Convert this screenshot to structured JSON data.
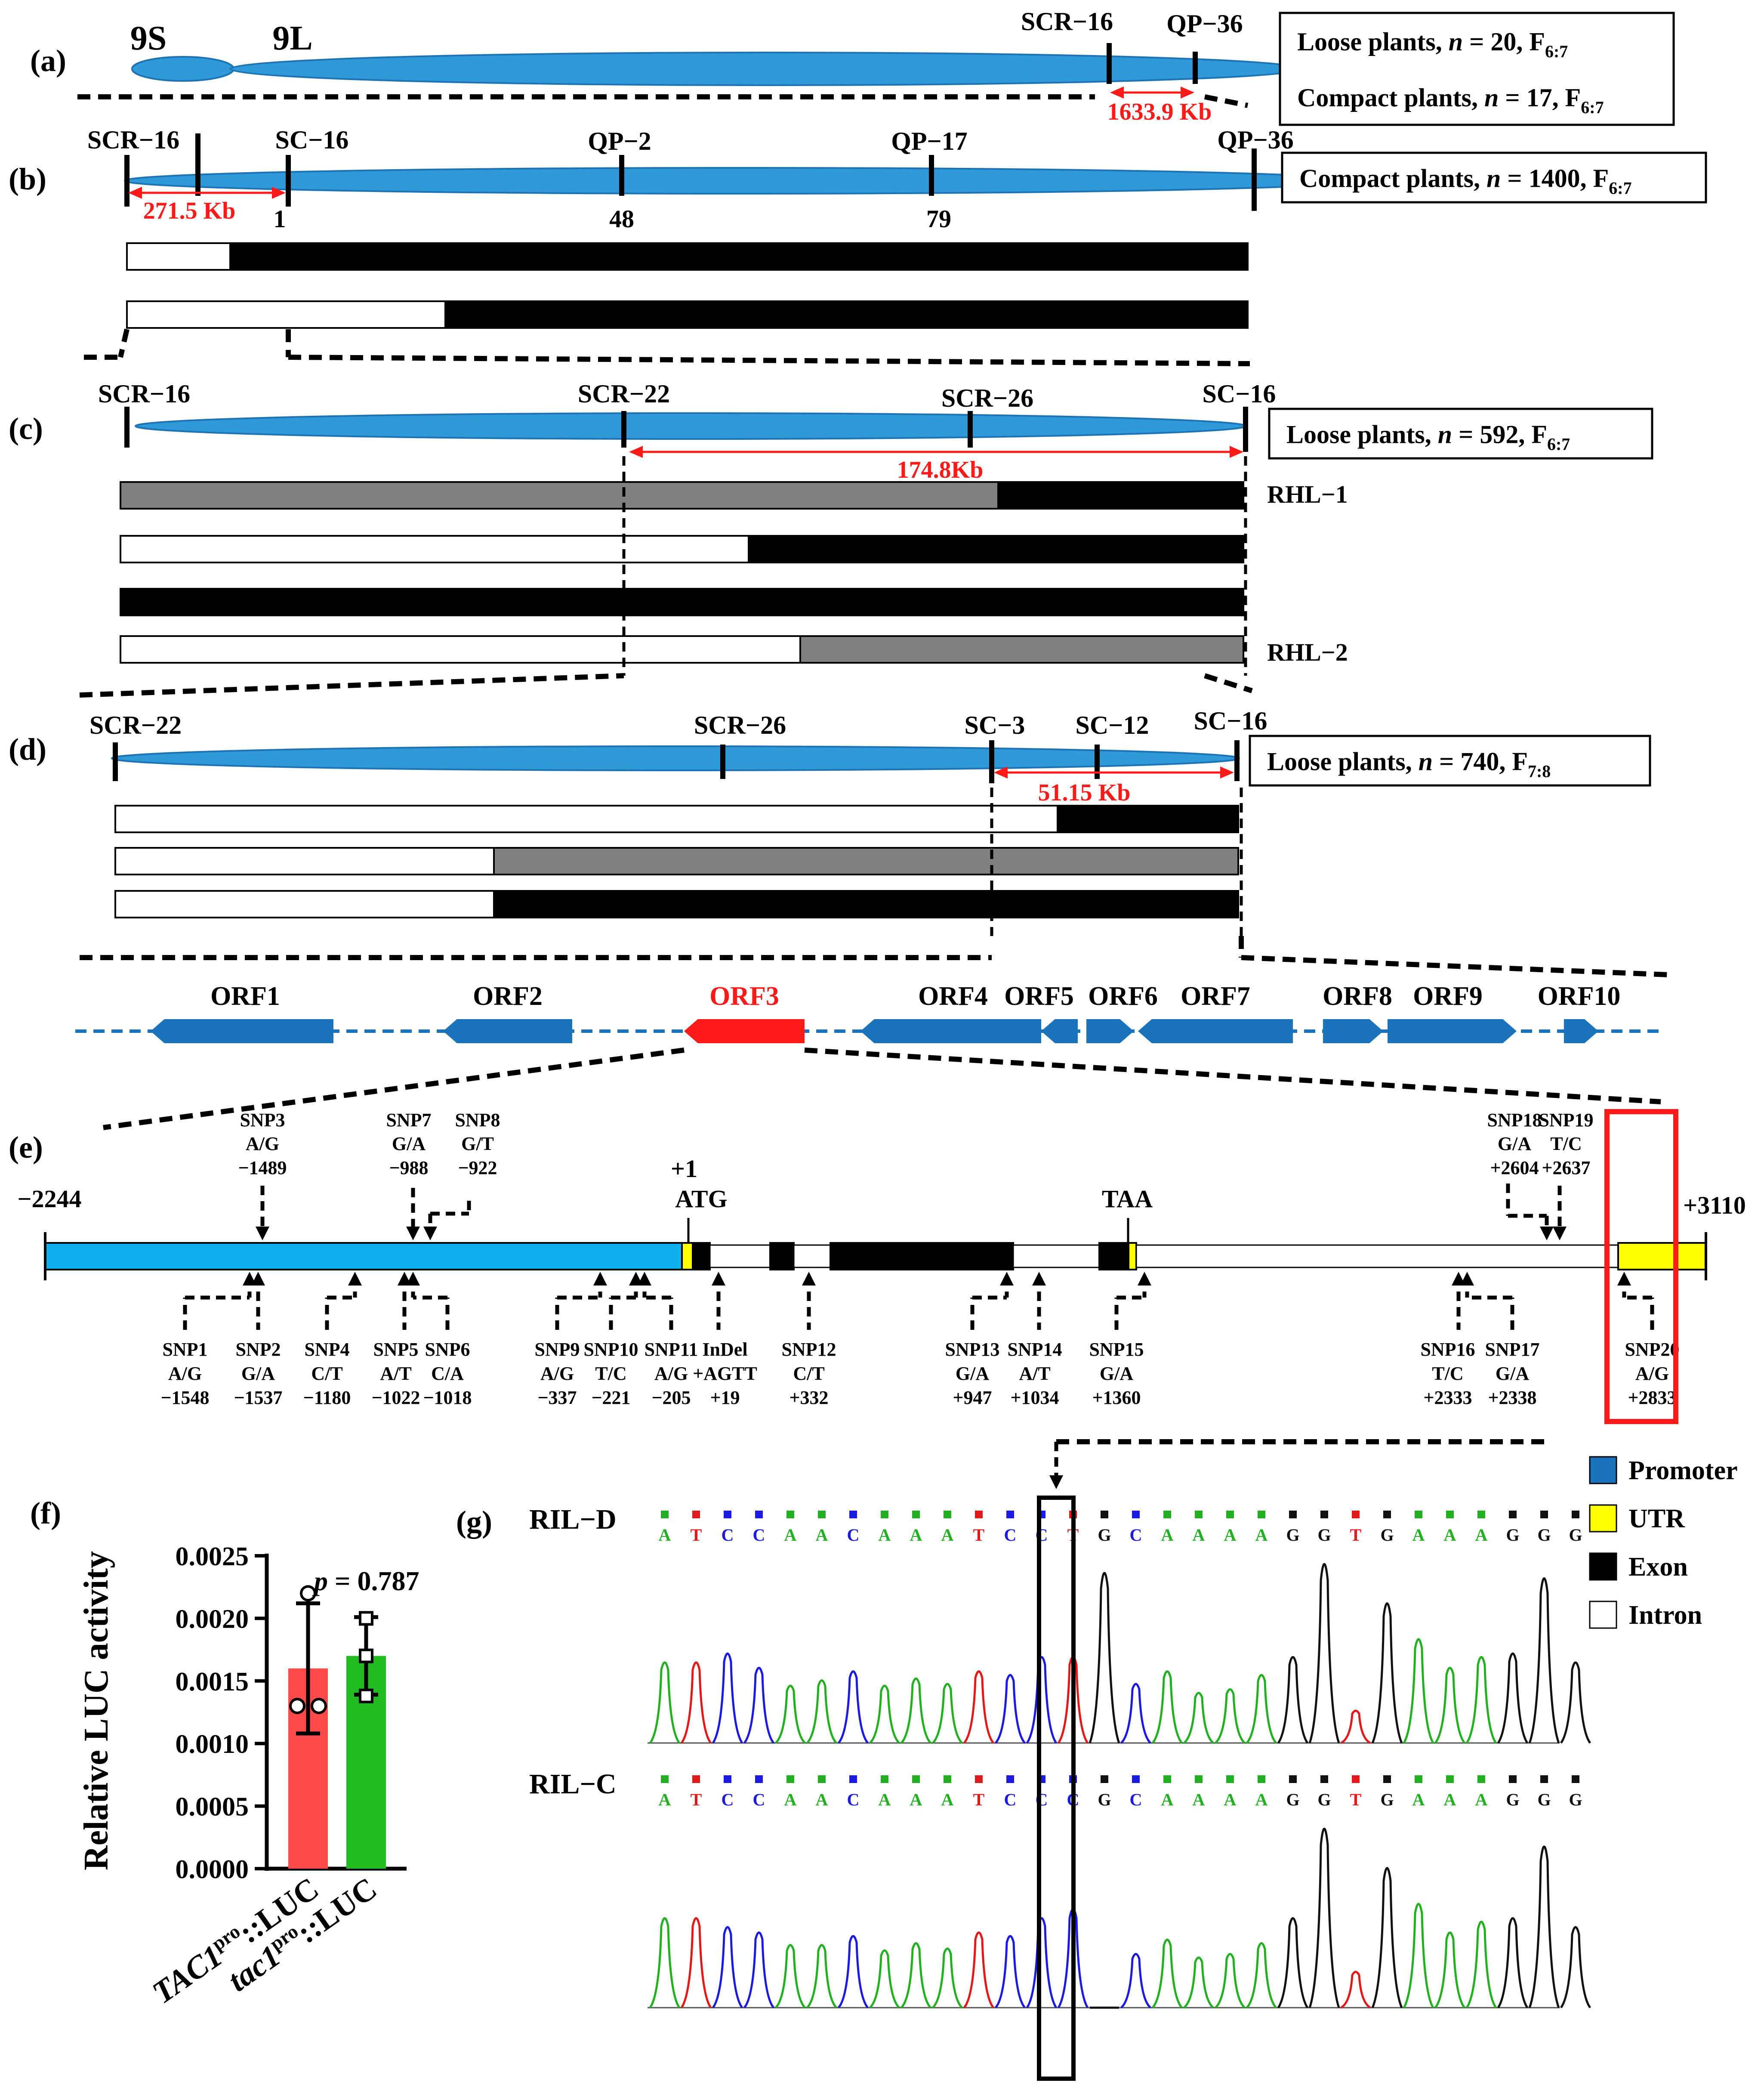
{
  "colors": {
    "chromosome": "#2f9ad7",
    "chromosome_stroke": "#1e73b5",
    "gene": "#1b74bb",
    "target_gene": "#ff1a1a",
    "highlight": "#ff1a1a",
    "black": "#000000",
    "gray": "#808080",
    "promoter": "#10b0ee",
    "utr": "#ffff00",
    "exon": "#000000",
    "bar_tac1": "#ff4a4a",
    "bar_tac1_mutant": "#22bb22",
    "trace_A": "#22b022",
    "trace_T": "#e01a1a",
    "trace_C": "#1a1ae0",
    "trace_G": "#111111"
  },
  "panels": {
    "a": {
      "label": "(a)",
      "chrom_short": "9S",
      "chrom_long": "9L",
      "markers": [
        "SCR−16",
        "QP−36"
      ],
      "interval": "1633.9 Kb",
      "info_line1_pre": "Loose plants, ",
      "info_line1_n": "n",
      "info_line1_post": " = 20, F",
      "info_line1_sub": "6:7",
      "info_line2_pre": "Compact plants, ",
      "info_line2_n": "n",
      "info_line2_post": " = 17, F",
      "info_line2_sub": "6:7"
    },
    "b": {
      "label": "(b)",
      "markers": [
        "SCR−16",
        "SC−16",
        "QP−2",
        "QP−17",
        "QP−36"
      ],
      "recombinants": [
        "1",
        "48",
        "79"
      ],
      "interval": "271.5 Kb",
      "info_pre": "Compact plants, ",
      "info_n": "n",
      "info_post": " = 1400, F",
      "info_sub": "6:7"
    },
    "c": {
      "label": "(c)",
      "markers": [
        "SCR−16",
        "SCR−22",
        "SCR−26",
        "SC−16"
      ],
      "interval": "174.8Kb",
      "lines": [
        "RHL−1",
        "RHL−2"
      ],
      "info_pre": "Loose plants, ",
      "info_n": "n",
      "info_post": " = 592, F",
      "info_sub": "6:7"
    },
    "d": {
      "label": "(d)",
      "markers": [
        "SCR−22",
        "SCR−26",
        "SC−3",
        "SC−12",
        "SC−16"
      ],
      "interval": "51.15 Kb",
      "info_pre": "Loose plants, ",
      "info_n": "n",
      "info_post": " = 740, F",
      "info_sub": "7:8"
    },
    "orfs": [
      "ORF1",
      "ORF2",
      "ORF3",
      "ORF4",
      "ORF5",
      "ORF6",
      "ORF7",
      "ORF8",
      "ORF9",
      "ORF10"
    ],
    "e": {
      "label": "(e)",
      "start_coord": "−2244",
      "end_coord": "+3110",
      "tss": "+1",
      "start_codon": "ATG",
      "stop_codon": "TAA",
      "snps_above": [
        {
          "name": "SNP3",
          "allele": "A/G",
          "pos": "−1489"
        },
        {
          "name": "SNP7",
          "allele": "G/A",
          "pos": "−988"
        },
        {
          "name": "SNP8",
          "allele": "G/T",
          "pos": "−922"
        },
        {
          "name": "SNP18",
          "allele": "G/A",
          "pos": "+2604"
        },
        {
          "name": "SNP19",
          "allele": "T/C",
          "pos": "+2637"
        }
      ],
      "snps_below": [
        {
          "name": "SNP1",
          "allele": "A/G",
          "pos": "−1548"
        },
        {
          "name": "SNP2",
          "allele": "G/A",
          "pos": "−1537"
        },
        {
          "name": "SNP4",
          "allele": "C/T",
          "pos": "−1180"
        },
        {
          "name": "SNP5",
          "allele": "A/T",
          "pos": "−1022"
        },
        {
          "name": "SNP6",
          "allele": "C/A",
          "pos": "−1018"
        },
        {
          "name": "SNP9",
          "allele": "A/G",
          "pos": "−337"
        },
        {
          "name": "SNP10",
          "allele": "T/C",
          "pos": "−221"
        },
        {
          "name": "SNP11",
          "allele": "A/G",
          "pos": "−205"
        },
        {
          "name": "InDel",
          "allele": "+AGTT",
          "pos": "+19"
        },
        {
          "name": "SNP12",
          "allele": "C/T",
          "pos": "+332"
        },
        {
          "name": "SNP13",
          "allele": "G/A",
          "pos": "+947"
        },
        {
          "name": "SNP14",
          "allele": "A/T",
          "pos": "+1034"
        },
        {
          "name": "SNP15",
          "allele": "G/A",
          "pos": "+1360"
        },
        {
          "name": "SNP16",
          "allele": "T/C",
          "pos": "+2333"
        },
        {
          "name": "SNP17",
          "allele": "G/A",
          "pos": "+2338"
        },
        {
          "name": "SNP20",
          "allele": "A/G",
          "pos": "+2833"
        }
      ]
    },
    "legend": [
      {
        "label": "Promoter",
        "color": "#1b74bb"
      },
      {
        "label": "UTR",
        "color": "#ffff00"
      },
      {
        "label": "Exon",
        "color": "#000000"
      },
      {
        "label": "Intron",
        "color": "#ffffff"
      }
    ],
    "f": {
      "label": "(f)",
      "p_label": "p",
      "p_value": " = 0.787"
    },
    "g": {
      "label": "(g)",
      "rows": [
        {
          "name": "RIL−D",
          "sequence": "ATCCAACAAATCCTGCAAAAGGTGAAAGGG"
        },
        {
          "name": "RIL−C",
          "sequence": "ATCCAACAAATCCCGCAAAAGGTGAAAGGG"
        }
      ]
    }
  },
  "chart_data": {
    "type": "bar",
    "title": "",
    "ylabel": "Relative LUC activity",
    "xlabel": "",
    "ylim": [
      0,
      0.0025
    ],
    "yticks": [
      "0.0000",
      "0.0005",
      "0.0010",
      "0.0015",
      "0.0020",
      "0.0025"
    ],
    "categories": [
      {
        "main": "TAC1",
        "sup": "pro",
        "suffix": "::LUC",
        "italic": true
      },
      {
        "main": "tac1",
        "sup": "pro",
        "suffix": "::LUC",
        "italic": true
      }
    ],
    "values": [
      0.0016,
      0.0017
    ],
    "errors": [
      0.00052,
      0.00031
    ],
    "points": [
      [
        0.0022,
        0.0013,
        0.0013
      ],
      [
        0.002,
        0.0017,
        0.00138
      ]
    ],
    "colors": [
      "#ff4a4a",
      "#22bb22"
    ]
  }
}
